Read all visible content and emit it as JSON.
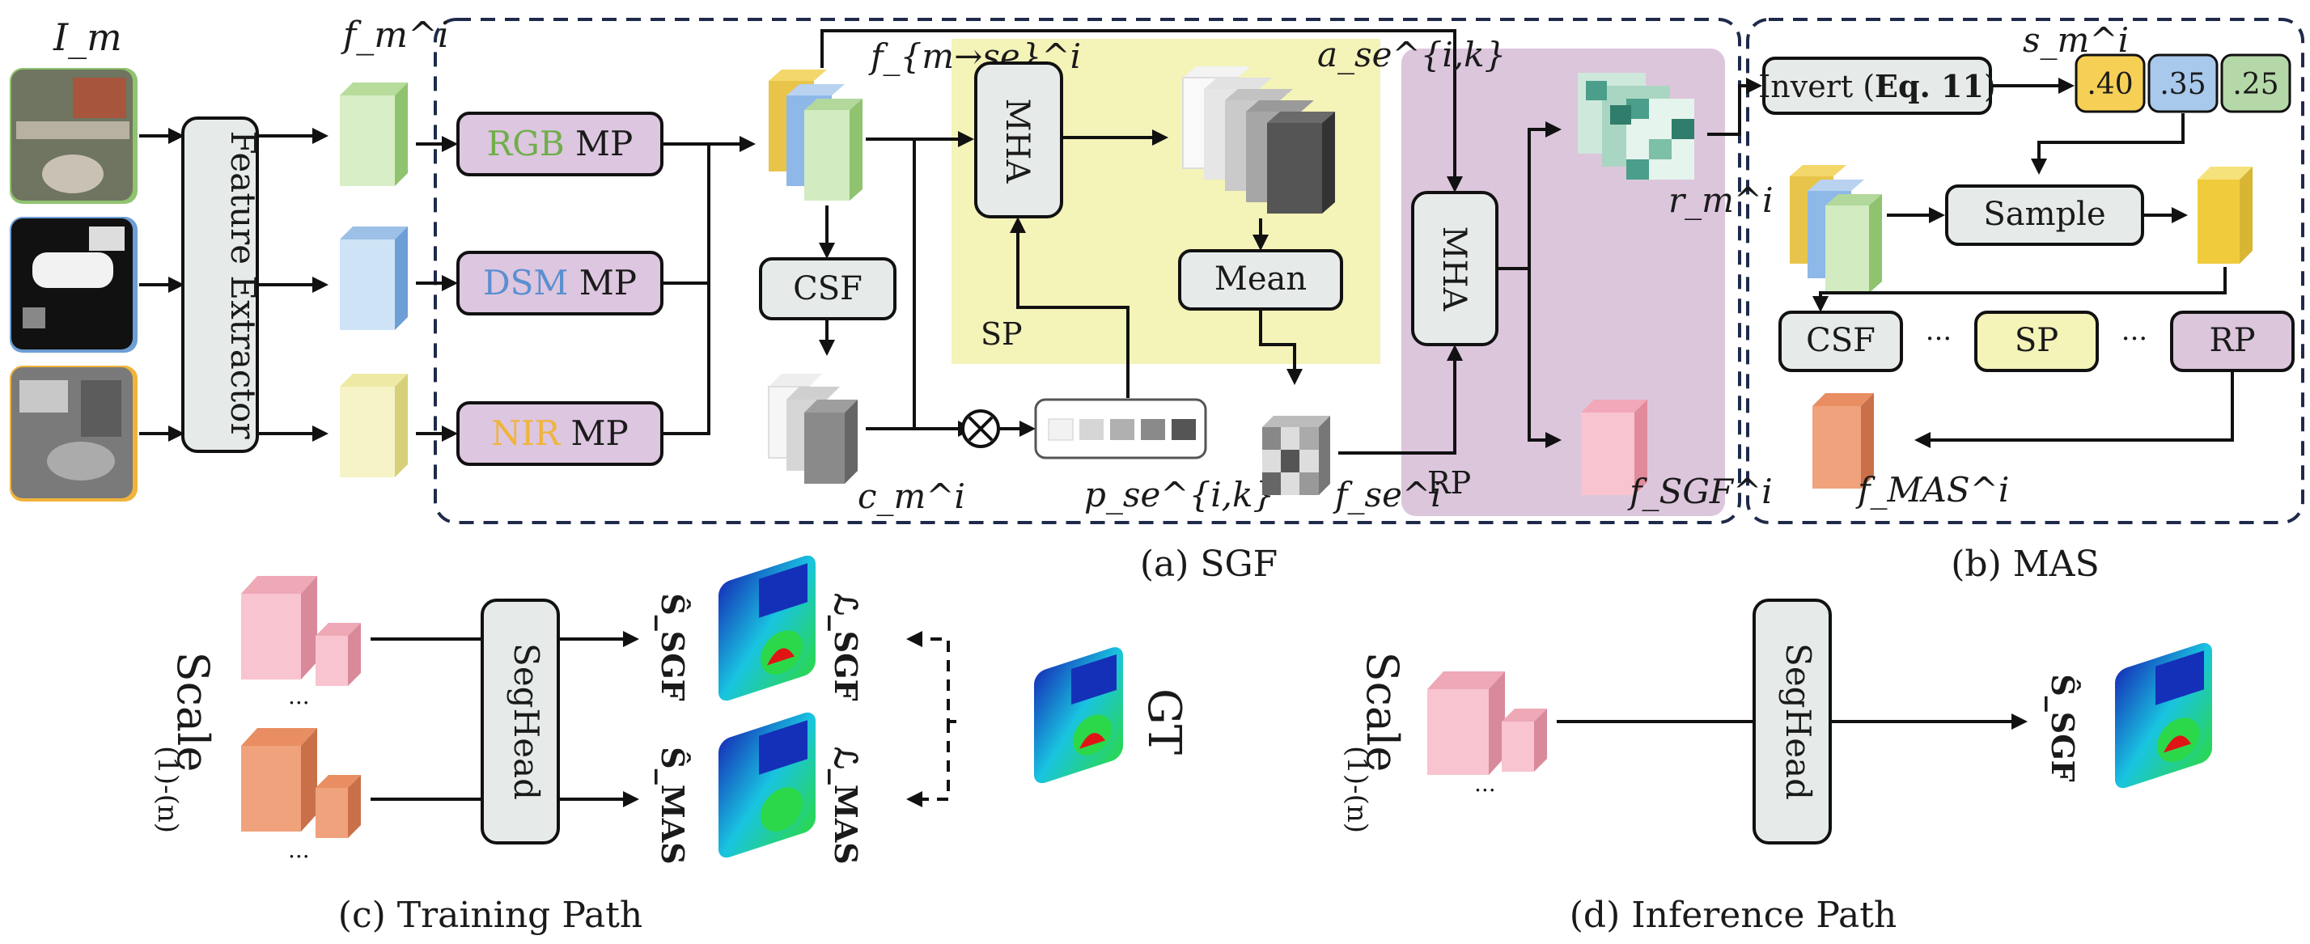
{
  "labels": {
    "input_images": "I_m",
    "feature_map": "f_m^i",
    "stacked_features": "f_{m→se}^i",
    "attention_maps": "a_se^{i,k}",
    "channel_features": "c_m^i",
    "probabilities": "p_se^{i,k}",
    "se_feature": "f_se^i",
    "region_map": "r_m^i",
    "sgf_output": "f_SGF^i",
    "scores": "s_m^i",
    "mas_output": "f_MAS^i",
    "sp_region": "SP",
    "rp_region": "RP"
  },
  "boxes": {
    "feature_extractor": "Feature Extractor",
    "rgb_mp_colored": "RGB",
    "rgb_mp_rest": " MP",
    "dsm_mp_colored": "DSM",
    "dsm_mp_rest": " MP",
    "nir_mp_colored": "NIR",
    "nir_mp_rest": " MP",
    "csf": "CSF",
    "mha_sp": "MHA",
    "mean": "Mean",
    "mha_rp": "MHA",
    "invert_prefix": "Invert (",
    "invert_eq": "Eq. 11",
    "invert_suffix": ")",
    "sample": "Sample",
    "mas_csf": "CSF",
    "mas_sp": "SP",
    "mas_rp": "RP",
    "ellipsis": "···",
    "seghead_train": "SegHead",
    "seghead_infer": "SegHead"
  },
  "scores": [
    ".40",
    ".35",
    ".25"
  ],
  "training": {
    "scale_label": "Scale",
    "scale_range": "(1)-(n)",
    "dots": "...",
    "s_sgf": "Ŝ_SGF",
    "s_mas": "Ŝ_MAS",
    "loss_sgf": "ℒ_SGF",
    "loss_mas": "ℒ_MAS",
    "gt": "GT"
  },
  "inference": {
    "scale_label": "Scale",
    "scale_range": "(1)-(n)",
    "dots": "...",
    "s_sgf": "Ŝ_SGF"
  },
  "captions": {
    "a": "(a) SGF",
    "b": "(b) MAS",
    "c": "(c) Training Path",
    "d": "(d) Inference Path"
  },
  "colors": {
    "rgb": "#8fc36f",
    "dsm": "#6d9ed6",
    "nir": "#f0b43a",
    "mp_box": "#ddc6e0",
    "gray_box": "#e6ebea",
    "sp_bg": "#f4f3b8",
    "rp_bg": "#dcc6dc",
    "score_yellow": "#f6cf55",
    "score_blue": "#a8c8ec",
    "score_green": "#b5d8a8",
    "pink": "#f6c0cc",
    "orange": "#f0a27c",
    "teal": "#4a9e8a"
  }
}
